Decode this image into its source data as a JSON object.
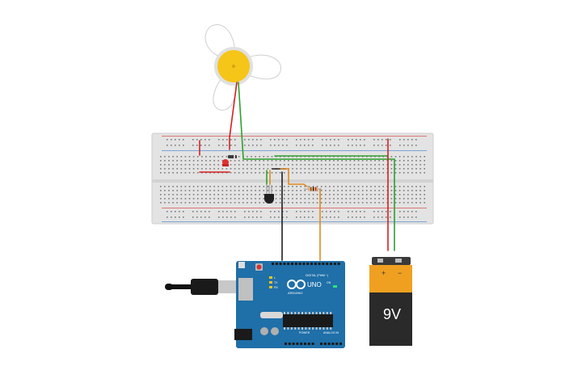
{
  "battery": {
    "voltage_label": "9V",
    "plus_label": "+",
    "minus_label": "−"
  },
  "arduino": {
    "brand_label": "ARDUINO",
    "model_label": "UNO",
    "digital_header_label": "DIGITAL (PWM ~)",
    "power_header_label": "POWER",
    "analog_header_label": "ANALOG IN",
    "on_led_label": "ON",
    "tx_label": "TX",
    "rx_label": "RX",
    "l_label": "L"
  },
  "colors": {
    "canvas": "#ffffff",
    "breadboard": "#e3e3e3",
    "breadboard_hole": "#7a7a7a",
    "rail_red": "#d9534f",
    "rail_blue": "#5b8fd0",
    "wire_red": "#d42020",
    "wire_green": "#2ea02e",
    "wire_black": "#1e1e1e",
    "wire_orange": "#e08a1e",
    "arduino_board": "#1f6fa8",
    "battery_body": "#2a2a2a",
    "battery_label": "#f0a020",
    "motor_hub": "#f5c518",
    "led": "#e03030"
  },
  "icons": [
    "usb-cable-icon",
    "arduino-infinity-logo-icon",
    "reset-button-icon"
  ]
}
